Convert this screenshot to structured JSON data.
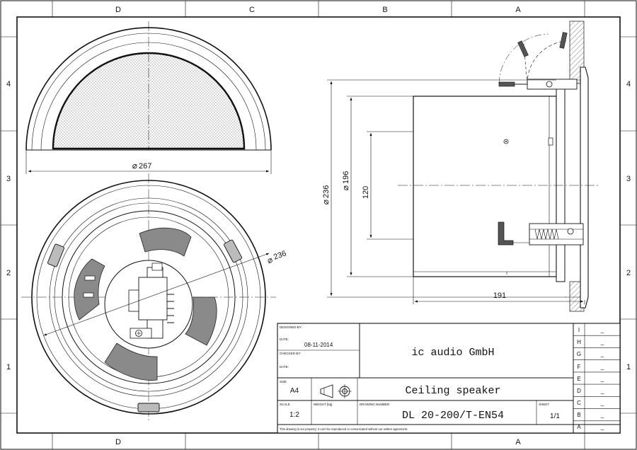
{
  "zones": {
    "columns_top": [
      "D",
      "C",
      "B",
      "A"
    ],
    "columns_bottom": [
      "D",
      "C",
      "B",
      "A"
    ],
    "rows": [
      "4",
      "3",
      "2",
      "1"
    ]
  },
  "dimensions": {
    "top_view_diameter": "267",
    "bottom_view_diameter": "236",
    "side_outer_diameter": "236",
    "side_body_diameter": "196",
    "side_height": "120",
    "side_depth": "191",
    "diameter_symbol": "⌀"
  },
  "title_block": {
    "designed_by_label": "DESIGNED BY:",
    "date_label_1": "DATE:",
    "date_1": "08-11-2014",
    "checked_by_label": "CHECKED BY:",
    "date_label_2": "DATE:",
    "company": "ic audio GmbH",
    "size_label": "SIZE",
    "size": "A4",
    "title": "Ceiling speaker",
    "scale_label": "SCALE",
    "scale": "1:2",
    "weight_label": "WEIGHT [kg]",
    "drawing_number_label": "DRAWING NUMBER",
    "drawing_number": "DL 20-200/T-EN54",
    "sheet_label": "SHEET",
    "sheet": "1/1",
    "property_note": "This drawing is our property; it can't be reproduced or comunicated without our written agreement."
  },
  "revisions": [
    {
      "letter": "I",
      "value": "_"
    },
    {
      "letter": "H",
      "value": "_"
    },
    {
      "letter": "G",
      "value": "_"
    },
    {
      "letter": "F",
      "value": "_"
    },
    {
      "letter": "E",
      "value": "_"
    },
    {
      "letter": "D",
      "value": "_"
    },
    {
      "letter": "C",
      "value": "_"
    },
    {
      "letter": "B",
      "value": "_"
    },
    {
      "letter": "A",
      "value": "_"
    }
  ]
}
